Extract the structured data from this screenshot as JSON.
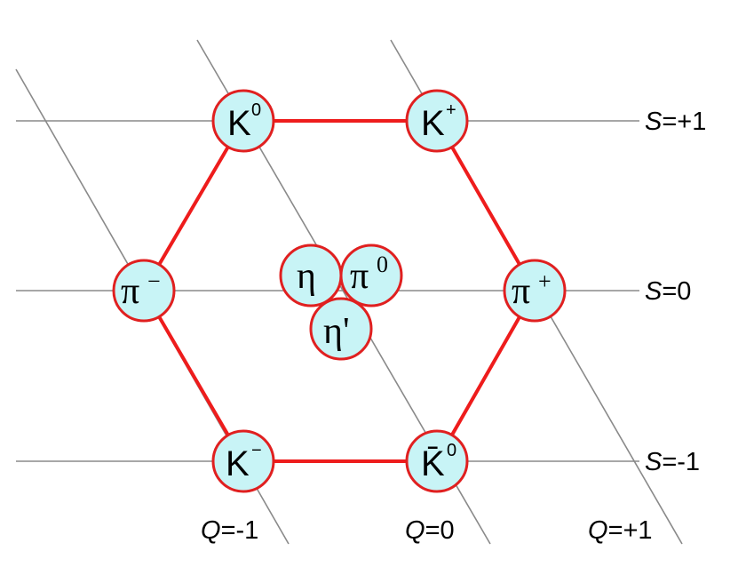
{
  "lines": {
    "strangeness": [
      {
        "label_var": "S",
        "label_eq": "=+1"
      },
      {
        "label_var": "S",
        "label_eq": "=0"
      },
      {
        "label_var": "S",
        "label_eq": "=-1"
      }
    ],
    "charge": [
      {
        "label_var": "Q",
        "label_eq": "=-1"
      },
      {
        "label_var": "Q",
        "label_eq": "=0"
      },
      {
        "label_var": "Q",
        "label_eq": "=+1"
      }
    ]
  },
  "particles": [
    {
      "id": "k0",
      "symbol": "K",
      "sup": "0"
    },
    {
      "id": "kplus",
      "symbol": "K",
      "sup": "+"
    },
    {
      "id": "piminus",
      "symbol": "π",
      "sup": "−"
    },
    {
      "id": "pi0",
      "symbol": "π",
      "sup": "0"
    },
    {
      "id": "eta",
      "symbol": "η",
      "sup": ""
    },
    {
      "id": "etaprime",
      "symbol": "η'",
      "sup": ""
    },
    {
      "id": "piplus",
      "symbol": "π",
      "sup": "+"
    },
    {
      "id": "kminus",
      "symbol": "K",
      "sup": "−"
    },
    {
      "id": "k0bar",
      "symbol": "K̄",
      "sup": "0"
    }
  ],
  "colors": {
    "hexagon": "#ee1c1c",
    "node_fill": "#c8f4f6",
    "node_stroke": "#e02020",
    "guide_lines": "#8a8a8a"
  }
}
